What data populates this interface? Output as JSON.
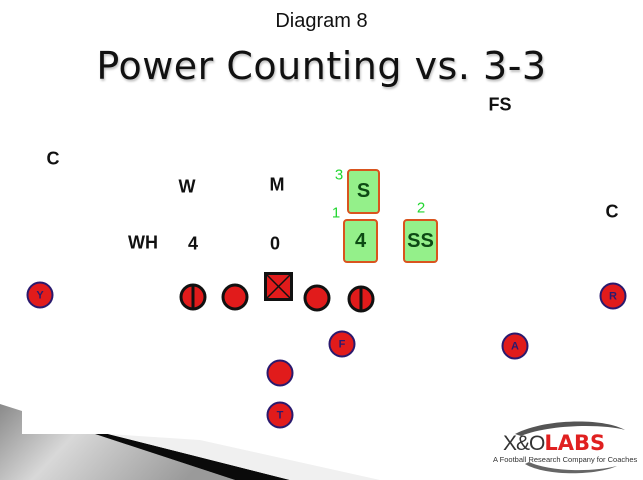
{
  "header": {
    "subtitle": "Diagram 8",
    "title": "Power Counting vs. 3-3"
  },
  "defense": {
    "labels": [
      {
        "id": "fs",
        "text": "FS"
      },
      {
        "id": "c-left",
        "text": "C"
      },
      {
        "id": "c-right",
        "text": "C"
      },
      {
        "id": "w",
        "text": "W"
      },
      {
        "id": "m",
        "text": "M"
      },
      {
        "id": "wh",
        "text": "WH"
      },
      {
        "id": "four",
        "text": "4"
      },
      {
        "id": "zero",
        "text": "0"
      }
    ],
    "highlighted": [
      {
        "id": "s",
        "text": "S",
        "count": "3"
      },
      {
        "id": "four-tech",
        "text": "4",
        "count": "1"
      },
      {
        "id": "ss",
        "text": "SS",
        "count": "2"
      }
    ]
  },
  "offense": {
    "skill_players": [
      {
        "id": "y",
        "text": "Y"
      },
      {
        "id": "r",
        "text": "R"
      },
      {
        "id": "f",
        "text": "F"
      },
      {
        "id": "a",
        "text": "A"
      },
      {
        "id": "qb",
        "text": ""
      },
      {
        "id": "t",
        "text": "T"
      }
    ],
    "line": [
      "left-tackle",
      "left-guard",
      "center",
      "right-guard",
      "right-tackle"
    ]
  },
  "colors": {
    "offense_fill": "#e11b1b",
    "offense_outline": "#2a1a6e",
    "highlight_fill": "#94f08a",
    "highlight_border": "#d9541e",
    "count_label": "#22d630"
  },
  "logo": {
    "brand_left": "X&O",
    "brand_right": "LABS",
    "tagline": "A Football Research Company for Coaches"
  }
}
